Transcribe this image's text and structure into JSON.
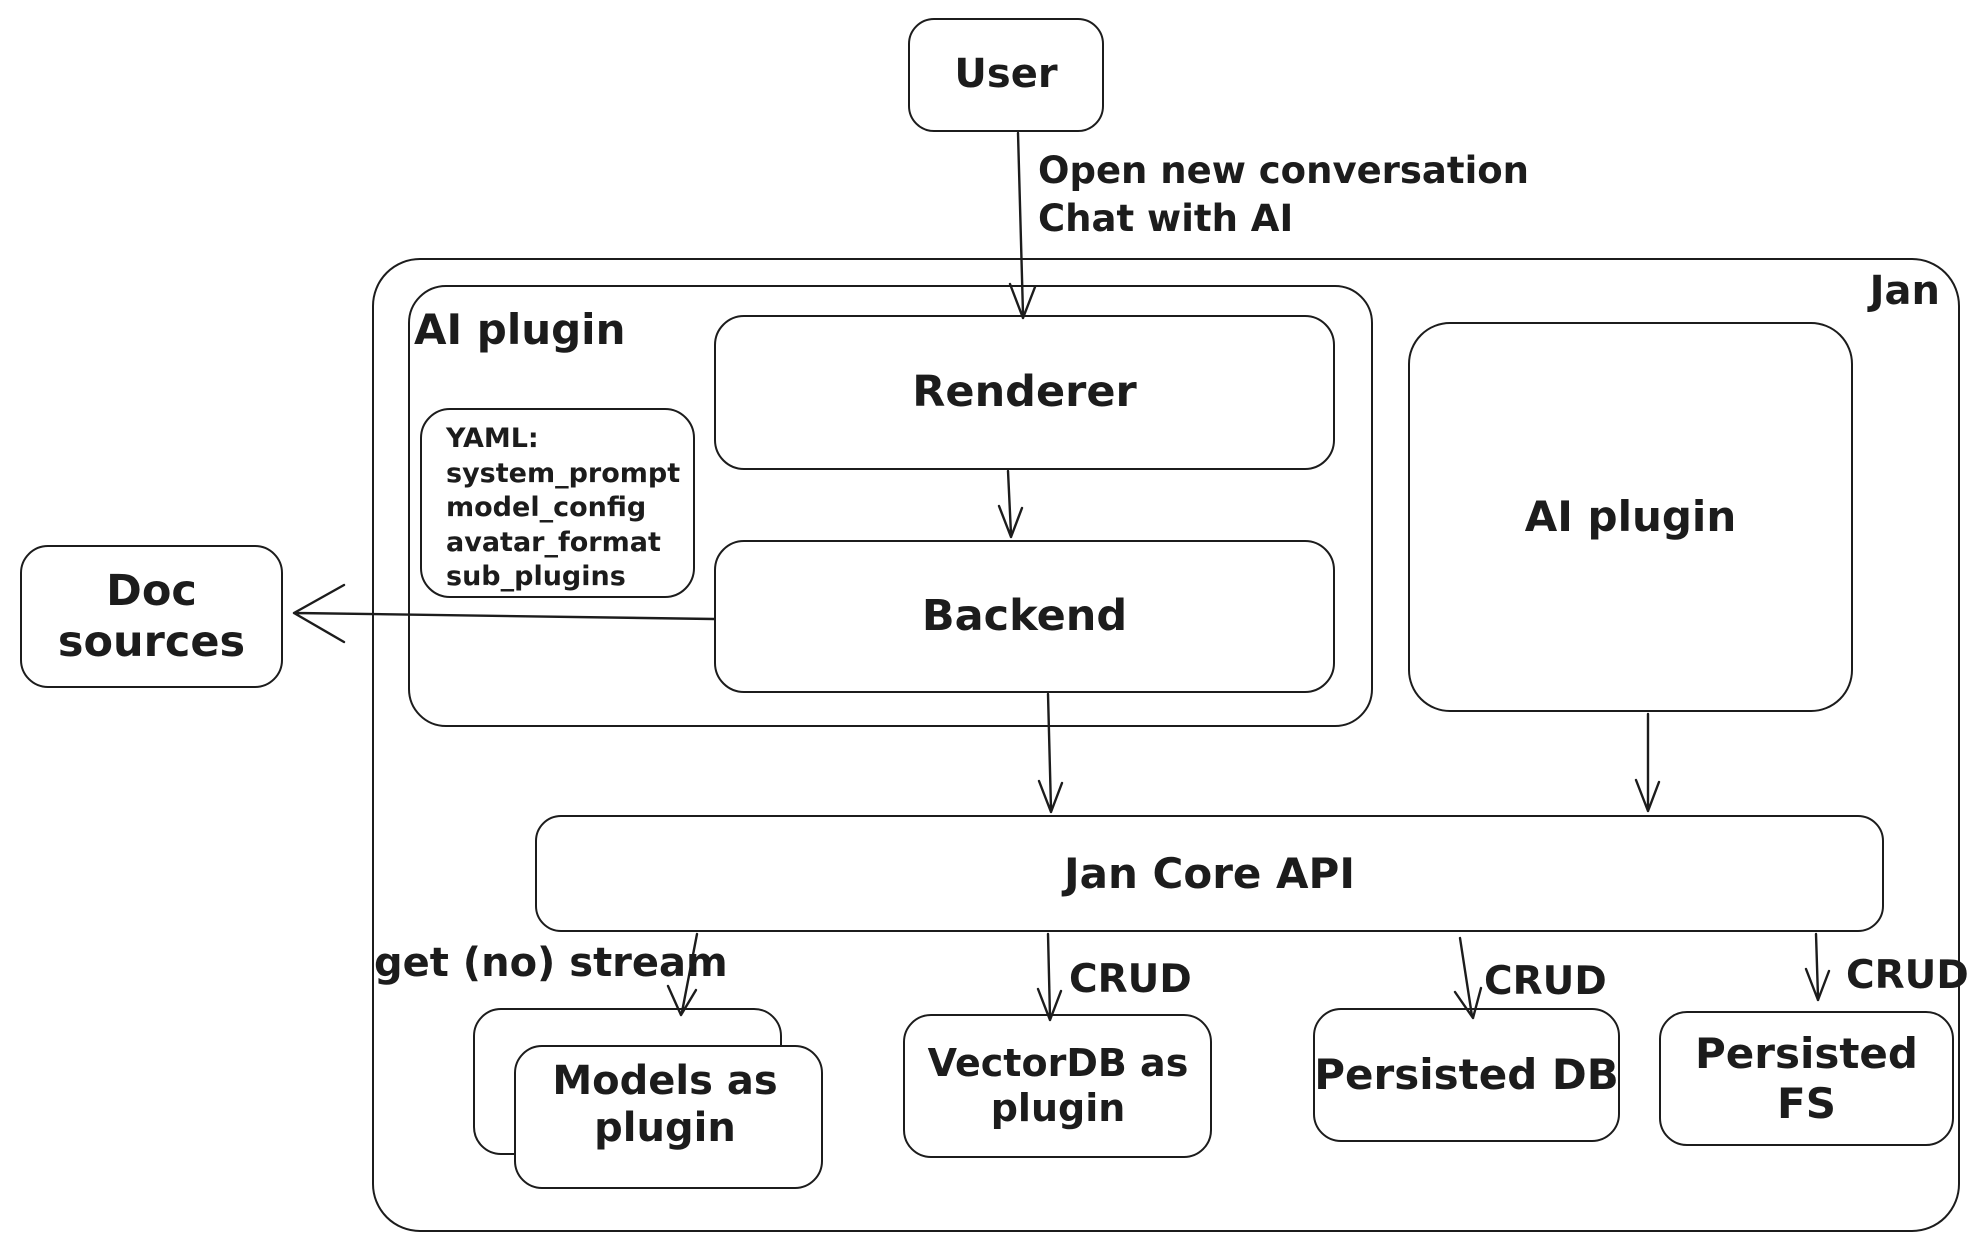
{
  "nodes": {
    "user": "User",
    "jan": "Jan",
    "ai_plugin_group": "AI plugin",
    "renderer": "Renderer",
    "backend": "Backend",
    "ai_plugin": "AI plugin",
    "doc_sources": "Doc sources",
    "jan_core_api": "Jan Core API",
    "models_as_plugin": "Models as plugin",
    "vectordb_as_plugin": "VectorDB as plugin",
    "persisted_db": "Persisted DB",
    "persisted_fs": "Persisted FS"
  },
  "yaml_note": {
    "lines": [
      "YAML:",
      "system_prompt",
      "model_config",
      "avatar_format",
      "sub_plugins"
    ]
  },
  "edge_labels": {
    "user_flow_line1": "Open new conversation",
    "user_flow_line2": "Chat with AI",
    "get_no_stream": "get (no) stream",
    "crud_vectordb": "CRUD",
    "crud_persisted_db": "CRUD",
    "crud_persisted_fs": "CRUD"
  },
  "colors": {
    "ink": "#1c1c1c",
    "background": "#ffffff"
  }
}
